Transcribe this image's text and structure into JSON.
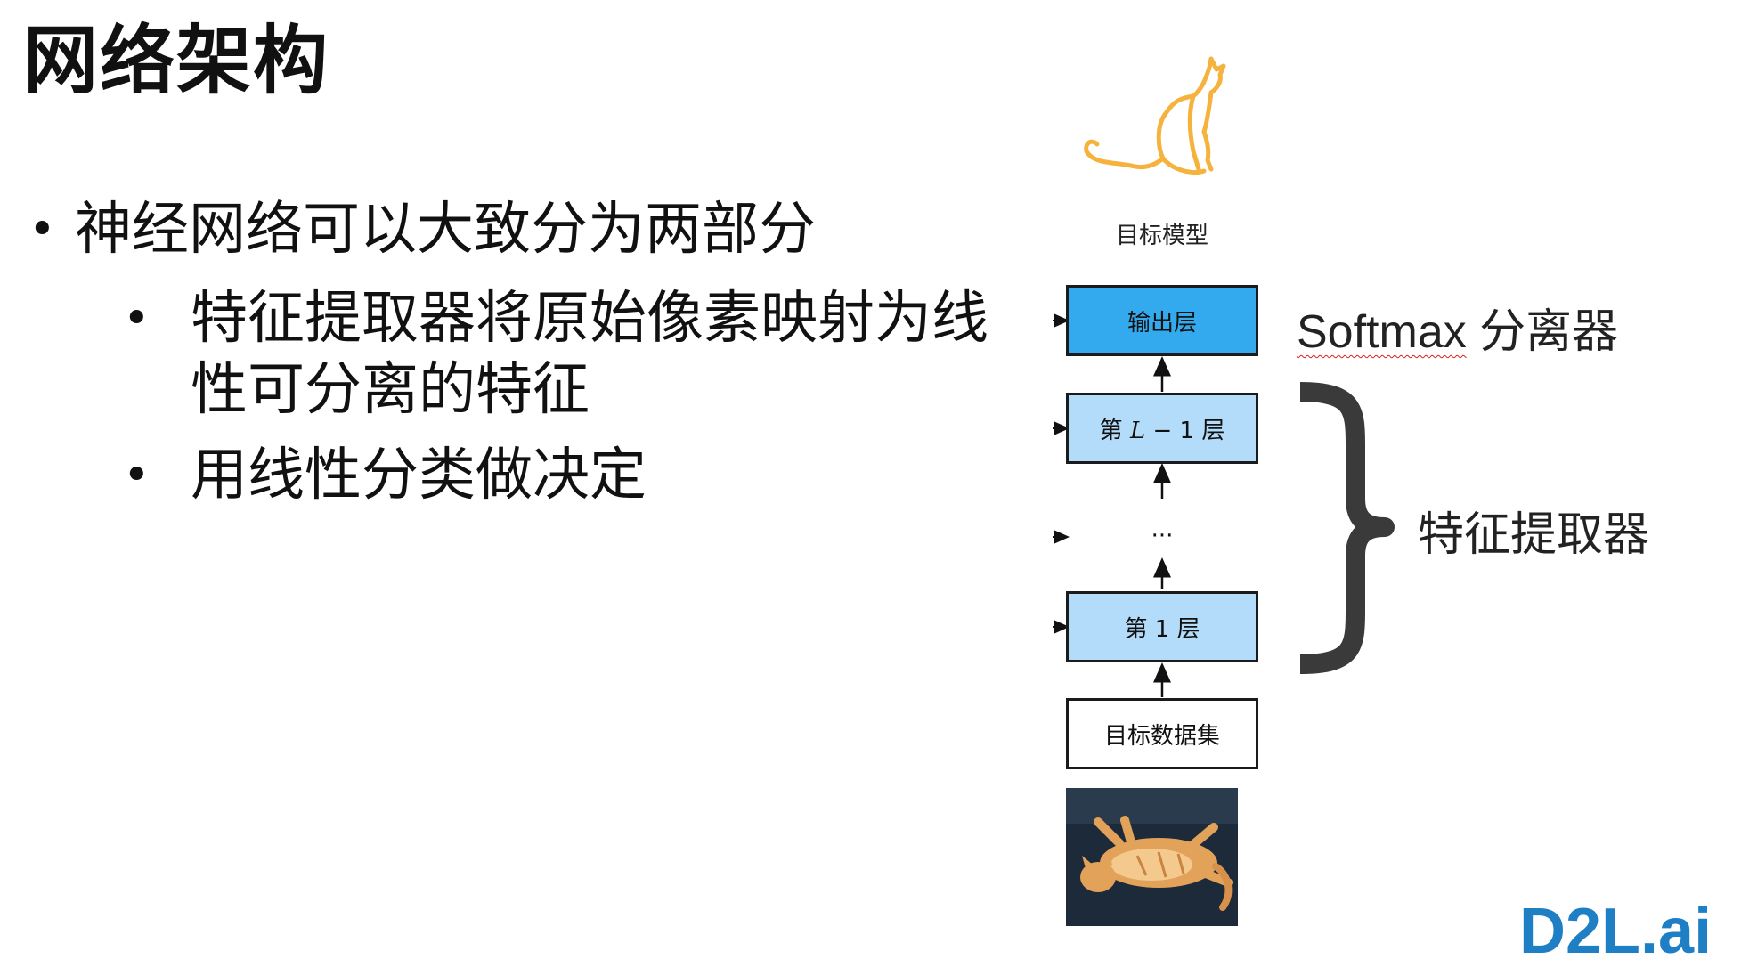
{
  "slide": {
    "title": "网络架构",
    "bullets": [
      "神经网络可以大致分为两部分",
      "特征提取器将原始像素映射为线性可分离的特征",
      "用线性分类做决定"
    ],
    "bullet_char": "•"
  },
  "diagram": {
    "model_label": "目标模型",
    "layers": {
      "output": "输出层",
      "layer_l1_prefix": "第",
      "layer_l1_var": "L",
      "layer_l1_suffix": " − 1 层",
      "ellipsis": "···",
      "layer_1": "第 1 层",
      "dataset": "目标数据集"
    },
    "softmax_word": "Softmax",
    "softmax_rest": " 分离器",
    "feature_extractor": "特征提取器",
    "colors": {
      "output_layer": "#33aaee",
      "hidden_layer": "#b3dcfa",
      "cat_icon": "#f5b23c",
      "brace": "#3a3a3a"
    },
    "icons": [
      "cat-icon",
      "cat-photo"
    ]
  },
  "logo": {
    "text": "D2L.ai"
  }
}
